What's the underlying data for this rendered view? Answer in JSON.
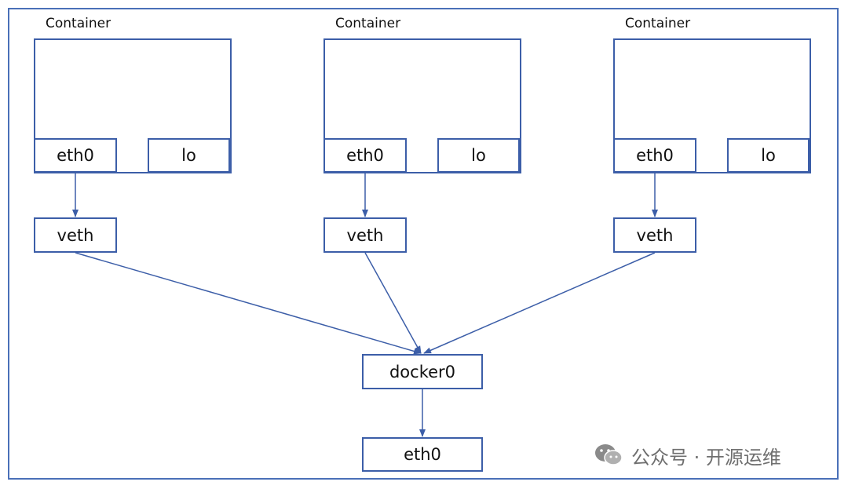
{
  "containers": [
    {
      "label": "Container",
      "iface1": "eth0",
      "iface2": "lo",
      "veth": "veth"
    },
    {
      "label": "Container",
      "iface1": "eth0",
      "iface2": "lo",
      "veth": "veth"
    },
    {
      "label": "Container",
      "iface1": "eth0",
      "iface2": "lo",
      "veth": "veth"
    }
  ],
  "bridge": {
    "label": "docker0"
  },
  "host_iface": {
    "label": "eth0"
  },
  "watermark": {
    "text": "公众号 · 开源运维"
  },
  "colors": {
    "line": "#3c5ea8",
    "border": "#4a70b8",
    "watermark": "#6f6f6f"
  }
}
